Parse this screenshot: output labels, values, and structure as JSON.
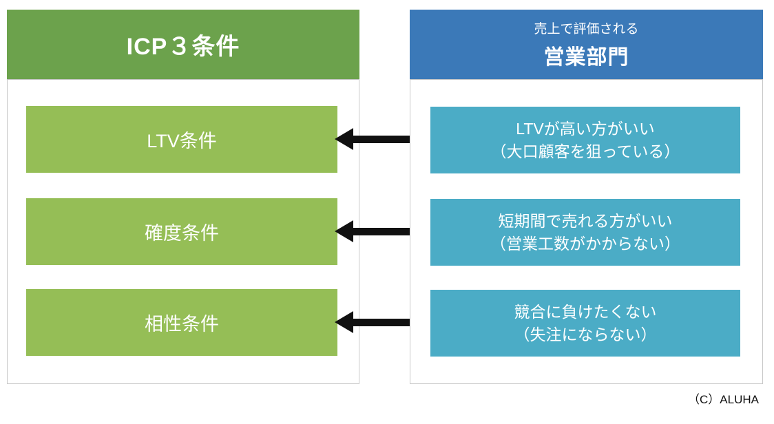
{
  "left_panel": {
    "header": "ICP３条件",
    "items": [
      {
        "label": "LTV条件"
      },
      {
        "label": "確度条件"
      },
      {
        "label": "相性条件"
      }
    ]
  },
  "right_panel": {
    "header_sub": "売上で評価される",
    "header_main": "営業部門",
    "items": [
      {
        "line1": "LTVが高い方がいい",
        "line2": "（大口顧客を狙っている）"
      },
      {
        "line1": "短期間で売れる方がいい",
        "line2": "（営業工数がかからない）"
      },
      {
        "line1": "競合に負けたくない",
        "line2": "（失注にならない）"
      }
    ]
  },
  "footer": {
    "credit": "（C）ALUHA"
  },
  "colors": {
    "left_header_green": "#6CA24C",
    "left_item_green": "#95BE56",
    "right_header_blue": "#3B79B8",
    "right_item_teal": "#4BACC6",
    "arrow_black": "#111111",
    "body_border_gray": "#C8C8C8"
  }
}
